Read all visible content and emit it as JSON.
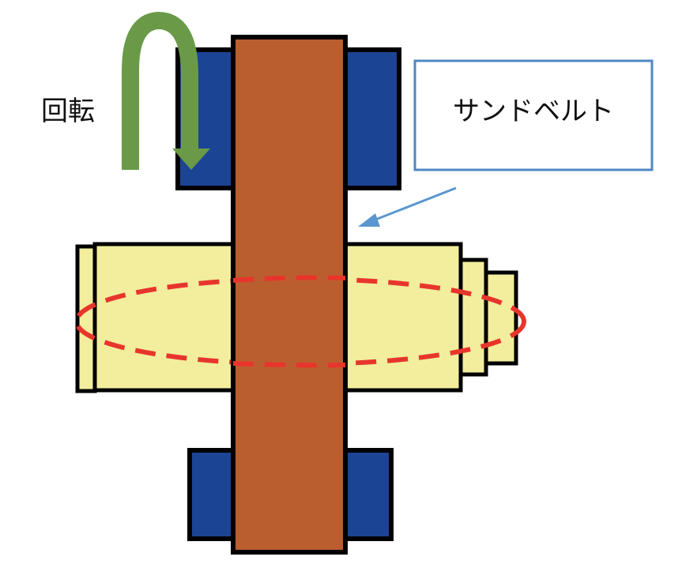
{
  "labels": {
    "rotation": "回転",
    "sand_belt": "サンドベルト"
  },
  "colors": {
    "background": "#ffffff",
    "roller_blue": "#1c4494",
    "belt_brown": "#bb5e2f",
    "workpiece_yellow": "#f2ee9e",
    "rotation_arrow_green": "#6a9a48",
    "dashed_ellipse_red": "#e8352c",
    "callout_border": "#4e88c4",
    "pointer_arrow": "#5b97cf",
    "outline": "#000000"
  },
  "icons": {
    "rotation": "curved-rotation-arrow-icon",
    "pointer": "callout-pointer-arrow"
  }
}
